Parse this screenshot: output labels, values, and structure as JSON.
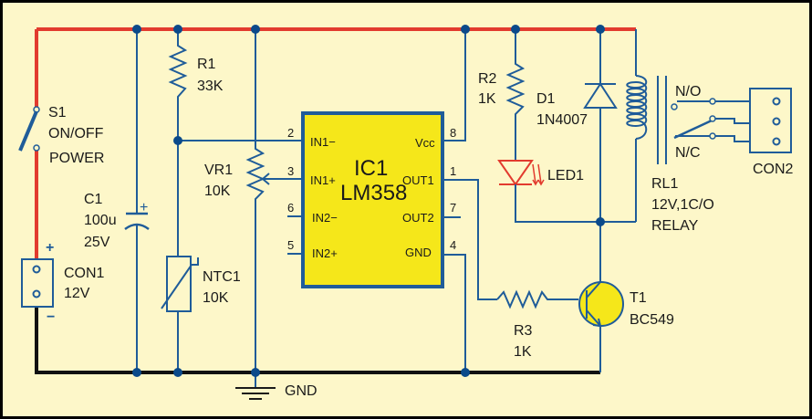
{
  "colors": {
    "background": "#fdf7c9",
    "wire": "#1f5c99",
    "positive_rail": "#e23b2e",
    "ground_rail": "#111111",
    "ic_fill": "#f5e71a",
    "led": "#e23b2e"
  },
  "components": {
    "s1": {
      "ref": "S1",
      "line2": "ON/OFF",
      "line3": "POWER"
    },
    "c1": {
      "ref": "C1",
      "value": "100u",
      "rating": "25V",
      "polarity": "+"
    },
    "con1": {
      "ref": "CON1",
      "value": "12V",
      "plus": "+",
      "minus": "−"
    },
    "r1": {
      "ref": "R1",
      "value": "33K"
    },
    "ntc1": {
      "ref": "NTC1",
      "value": "10K"
    },
    "vr1": {
      "ref": "VR1",
      "value": "10K"
    },
    "ic1": {
      "ref": "IC1",
      "part": "LM358",
      "pins": [
        {
          "num": "2",
          "name": "IN1−"
        },
        {
          "num": "3",
          "name": "IN1+"
        },
        {
          "num": "6",
          "name": "IN2−"
        },
        {
          "num": "5",
          "name": "IN2+"
        },
        {
          "num": "8",
          "name": "Vcc"
        },
        {
          "num": "1",
          "name": "OUT1"
        },
        {
          "num": "7",
          "name": "OUT2"
        },
        {
          "num": "4",
          "name": "GND"
        }
      ]
    },
    "r2": {
      "ref": "R2",
      "value": "1K"
    },
    "led1": {
      "ref": "LED1"
    },
    "d1": {
      "ref": "D1",
      "value": "1N4007"
    },
    "rl1": {
      "ref": "RL1",
      "value": "12V,1C/O",
      "type": "RELAY",
      "no": "N/O",
      "nc": "N/C"
    },
    "con2": {
      "ref": "CON2"
    },
    "r3": {
      "ref": "R3",
      "value": "1K"
    },
    "t1": {
      "ref": "T1",
      "value": "BC549"
    },
    "gnd": {
      "label": "GND"
    }
  }
}
